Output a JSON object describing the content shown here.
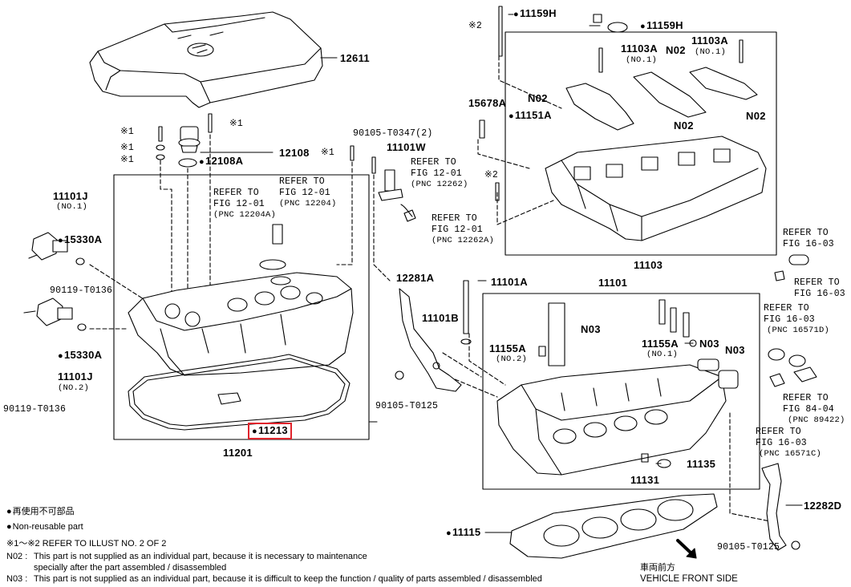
{
  "parts": {
    "p12611": "12611",
    "p12108": "12108",
    "p12108A": "12108A",
    "p11101J_1": "11101J",
    "p11101J_1_note": "(NO.1)",
    "p15330A_1": "15330A",
    "p90119_1": "90119-T0136",
    "p15330A_2": "15330A",
    "p11101J_2": "11101J",
    "p11101J_2_note": "(NO.2)",
    "p90119_2": "90119-T0136",
    "p90105_T0347": "90105-T0347(2)",
    "p11101W": "11101W",
    "p11201": "11201",
    "p11213": "11213",
    "p12281A": "12281A",
    "p11101B": "11101B",
    "p90105_T0125_a": "90105-T0125",
    "p11159H_1": "11159H",
    "p11159H_2": "11159H",
    "p11103A_1": "11103A",
    "p11103A_1_note": "(NO.1)",
    "p11103A_2": "11103A",
    "p11103A_2_note": "(NO.1)",
    "p15678A": "15678A",
    "p11151A": "11151A",
    "p11103": "11103",
    "p11101A": "11101A",
    "p11101": "11101",
    "p11155A_1": "11155A",
    "p11155A_1_note": "(NO.2)",
    "p11155A_2": "11155A",
    "p11155A_2_note": "(NO.1)",
    "p11135": "11135",
    "p11131": "11131",
    "p11115": "11115",
    "p12282D": "12282D",
    "p90105_T0125_b": "90105-T0125"
  },
  "n_labels": {
    "n02_a": "N02",
    "n02_b": "N02",
    "n02_c": "N02",
    "n02_d": "N02",
    "n03_a": "N03",
    "n03_b": "N03",
    "n03_c": "N03"
  },
  "marks": {
    "x1_a": "※1",
    "x1_b": "※1",
    "x1_c": "※1",
    "x1_d": "※1",
    "x1_e": "※1",
    "x2_a": "※2",
    "x2_b": "※2"
  },
  "refs": {
    "r1_line1": "REFER TO",
    "r1_line2": "FIG 12-01",
    "r1_line3": "(PNC 12204A)",
    "r2_line1": "REFER TO",
    "r2_line2": "FIG 12-01",
    "r2_line3": "(PNC 12204)",
    "r3_line1": "REFER TO",
    "r3_line2": "FIG 12-01",
    "r3_line3": "(PNC 12262)",
    "r4_line1": "REFER TO",
    "r4_line2": "FIG 12-01",
    "r4_line3": "(PNC 12262A)",
    "r5_line1": "REFER TO",
    "r5_line2": "FIG 16-03",
    "r6_line1": "REFER TO",
    "r6_line2": "FIG 16-03",
    "r7_line1": "REFER TO",
    "r7_line2": "FIG 16-03",
    "r7_line3": "(PNC 16571D)",
    "r8_line1": "REFER TO",
    "r8_line2": "FIG 84-04",
    "r8_line3": "(PNC 89422)",
    "r9_line1": "REFER TO",
    "r9_line2": "FIG 16-03",
    "r9_line3": "(PNC 16571C)"
  },
  "legend": {
    "reuse_jp": "再使用不可部品",
    "nonreusable": "Non-reusable part",
    "note_refer": "※1～※2  REFER TO ILLUST NO. 2 OF 2",
    "n02_label": "N02 :",
    "n02_text1": "This part is not supplied as an individual part, because it is necessary to maintenance",
    "n02_text2": "specially after the part assembled / disassembled",
    "n03_label": "N03 :",
    "n03_text1": "This part is not supplied as an individual part, because it is difficult to keep the function / quality of parts  assembled / disassembled",
    "front_jp": "車両前方",
    "front_en": "VEHICLE FRONT SIDE"
  },
  "colors": {
    "highlight": "#e0242c",
    "ink": "#000000"
  },
  "icons": {
    "bullet": "filled-circle-icon",
    "arrow": "front-direction-arrow-icon"
  }
}
